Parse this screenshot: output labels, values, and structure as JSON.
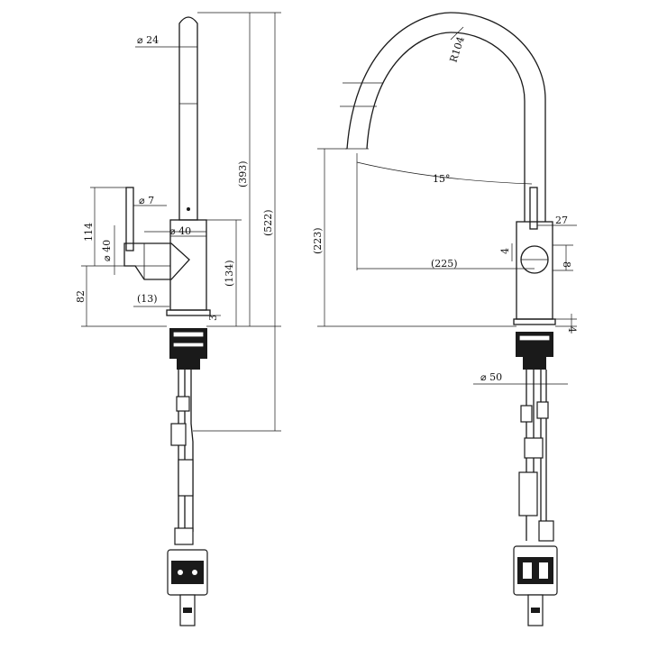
{
  "side_view": {
    "dia_spout": "⌀ 24",
    "dia_lever": "⌀ 7",
    "dia_body": "⌀ 40",
    "dia_body_side": "⌀ 40",
    "dim_114": "114",
    "dim_82": "82",
    "dim_13": "(13)",
    "dim_134": "(134)",
    "dim_393": "(393)",
    "dim_522": "(522)",
    "dim_3": "3"
  },
  "front_view": {
    "radius": "R104",
    "angle": "15°",
    "dim_223": "(223)",
    "dim_225": "(225)",
    "dim_27": "27",
    "dim_4_top": "4",
    "dim_8": "8",
    "dim_4_base": "4",
    "dia_base": "⌀ 50"
  },
  "colors": {
    "line": "#1a1a1a",
    "background": "#ffffff"
  }
}
